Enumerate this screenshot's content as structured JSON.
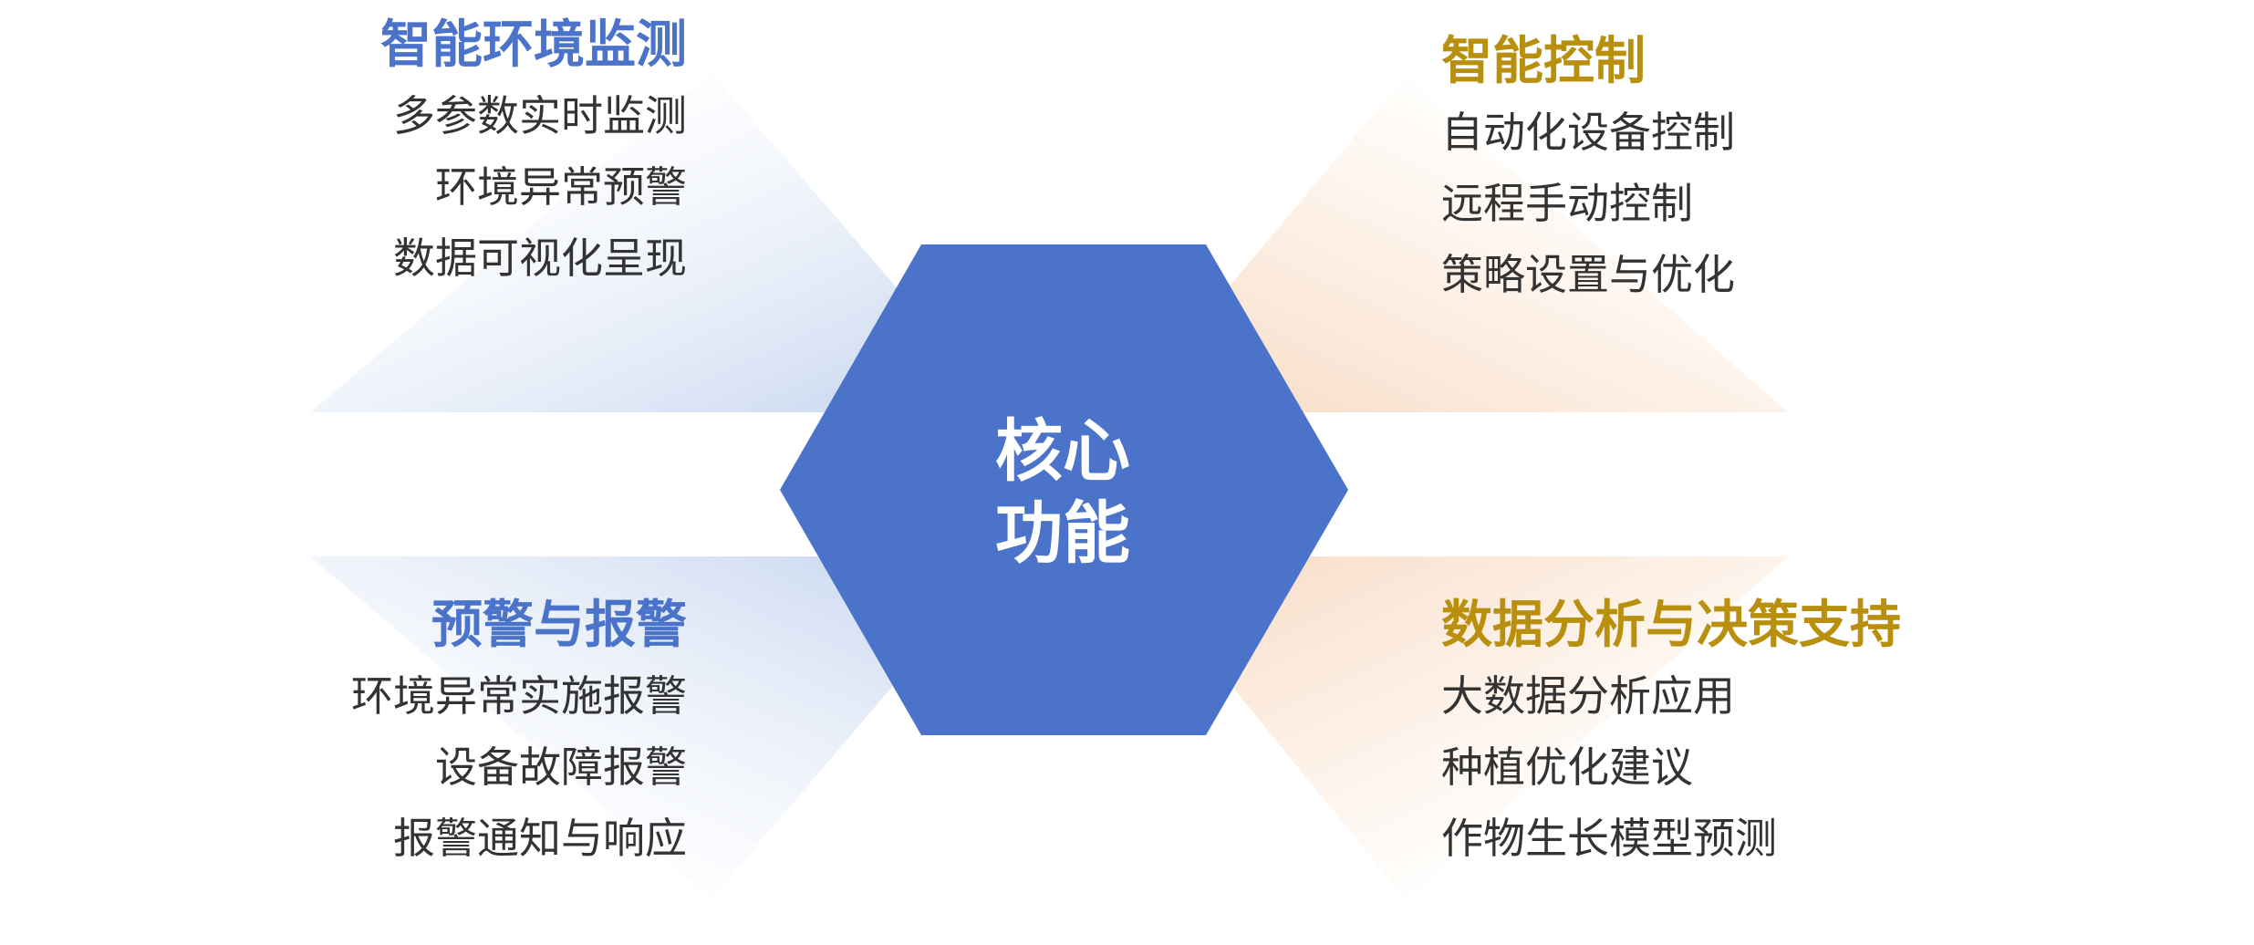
{
  "colors": {
    "hexagon": "#4a73c9",
    "blue_title": "#4a73c9",
    "gold_title": "#b8900e",
    "item_text": "#333333",
    "blue_glow": "#c9d7f0",
    "orange_glow": "#f8dcc6"
  },
  "center": {
    "line1": "核心",
    "line2": "功能"
  },
  "sections": {
    "top_left": {
      "title": "智能环境监测",
      "items": [
        "多参数实时监测",
        "环境异常预警",
        "数据可视化呈现"
      ]
    },
    "top_right": {
      "title": "智能控制",
      "items": [
        "自动化设备控制",
        "远程手动控制",
        "策略设置与优化"
      ]
    },
    "bottom_left": {
      "title": "预警与报警",
      "items": [
        "环境异常实施报警",
        "设备故障报警",
        "报警通知与响应"
      ]
    },
    "bottom_right": {
      "title": "数据分析与决策支持",
      "items": [
        "大数据分析应用",
        "种植优化建议",
        "作物生长模型预测"
      ]
    }
  }
}
